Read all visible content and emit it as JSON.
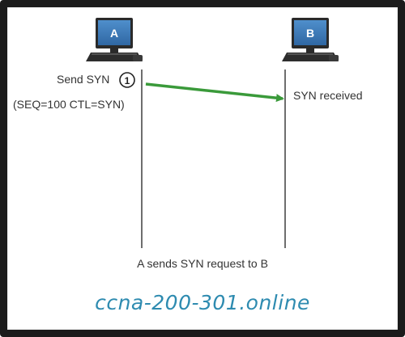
{
  "hosts": {
    "a_label": "A",
    "b_label": "B"
  },
  "sender": {
    "action": "Send SYN",
    "details": "(SEQ=100 CTL=SYN)"
  },
  "step": {
    "number": "1"
  },
  "receiver": {
    "action": "SYN received"
  },
  "caption": "A sends SYN request to B",
  "watermark": "ccna-200-301.online",
  "colors": {
    "monitor_blue": "#3a78b8",
    "arrow_green": "#3a9a3a",
    "watermark_blue": "#2e8bb0",
    "timeline_gray": "#6e6e6e"
  }
}
